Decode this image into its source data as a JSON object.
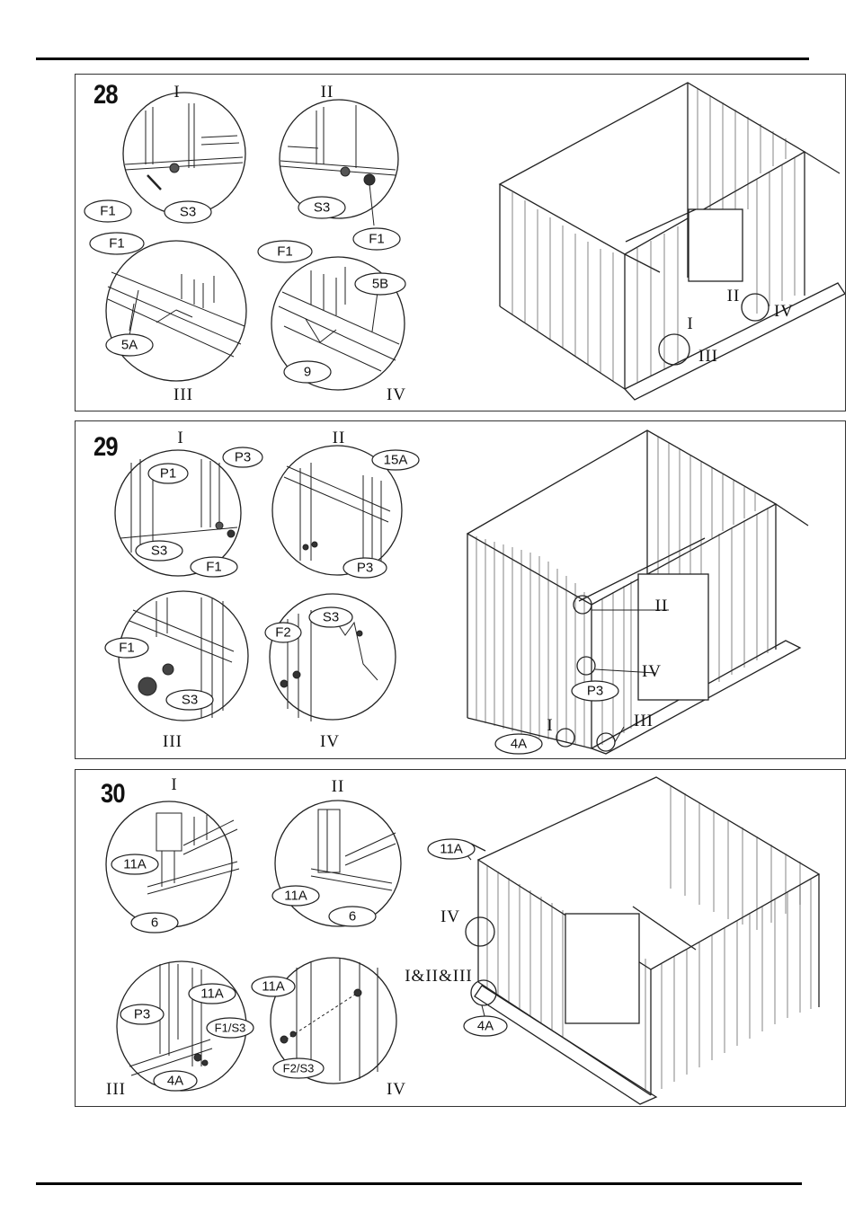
{
  "steps": [
    {
      "number": "28",
      "detail_titles": [
        "I",
        "II",
        "III",
        "IV"
      ],
      "labels": {
        "i_f1": "F1",
        "i_s3": "S3",
        "ii_s3": "S3",
        "ii_f1": "F1",
        "iii_f1": "F1",
        "iii_5a": "5A",
        "iv_f1": "F1",
        "iv_5b": "5B",
        "iv_9": "9"
      },
      "main_callouts": {
        "ii": "II",
        "iv": "IV",
        "i": "I",
        "iii": "III"
      }
    },
    {
      "number": "29",
      "detail_titles": [
        "I",
        "II",
        "III",
        "IV"
      ],
      "labels": {
        "i_p1": "P1",
        "i_p3": "P3",
        "i_s3": "S3",
        "i_f1": "F1",
        "ii_15a": "15A",
        "ii_p3": "P3",
        "iii_f1": "F1",
        "iii_s3": "S3",
        "iv_f2": "F2",
        "iv_s3": "S3"
      },
      "main_callouts": {
        "ii": "II",
        "iv": "IV",
        "p3": "P3",
        "i": "I",
        "iii": "III",
        "a4": "4A"
      }
    },
    {
      "number": "30",
      "detail_titles": [
        "I",
        "II",
        "III",
        "IV"
      ],
      "labels": {
        "i_11a": "11A",
        "i_6": "6",
        "ii_11a": "11A",
        "ii_6": "6",
        "iii_p3": "P3",
        "iii_11a": "11A",
        "iii_f1s3": "F1/S3",
        "iii_4a": "4A",
        "iv_11a": "11A",
        "iv_f2s3": "F2/S3"
      },
      "main_callouts": {
        "a11": "11A",
        "iv": "IV",
        "combo": "I&II&III",
        "a4": "4A"
      }
    }
  ]
}
